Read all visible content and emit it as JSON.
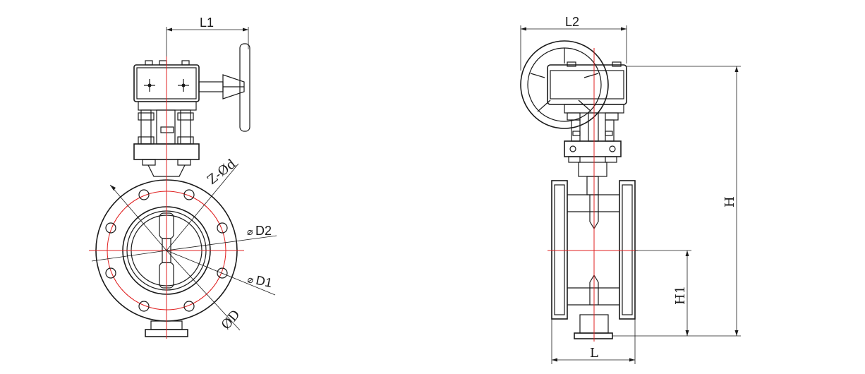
{
  "front_view": {
    "dim_L1": "L1",
    "dim_Z_d": "Z-Ød",
    "dim_D2": "D2",
    "dim_D1": "D1",
    "dim_D": "ØD",
    "diameter_symbol": "⌀"
  },
  "side_view": {
    "dim_L2": "L2",
    "dim_H": "H",
    "dim_H1": "H1",
    "dim_L": "L"
  },
  "colors": {
    "line": "#1a1a1a",
    "centerline": "#e02020"
  }
}
